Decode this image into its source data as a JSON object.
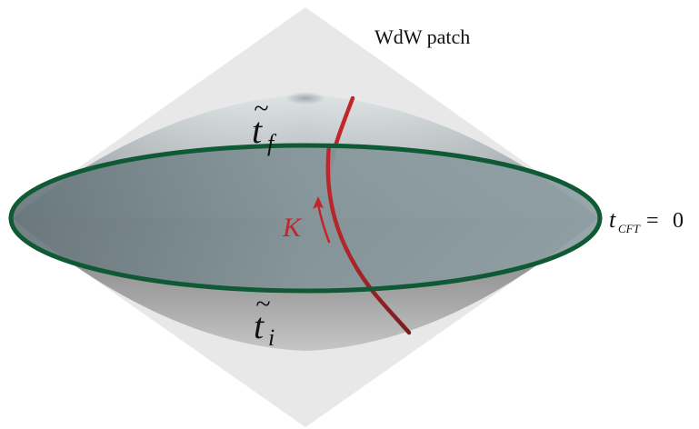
{
  "figure": {
    "patch_label": "WdW patch",
    "tilde_glyph": "~",
    "t_letter": "t",
    "final_subscript": "f",
    "initial_subscript": "i",
    "flow_label": "K",
    "cft_time": {
      "t_letter": "t",
      "subscript": "CFT",
      "equals": "=",
      "value": "0"
    }
  },
  "colors": {
    "patch_fill": "#e6e6e6",
    "surface_top": "#c4cbcd",
    "surface_bottom": "#9c9c9c",
    "disk_fill": "#7f8f93",
    "rim_green": "#0f5a35",
    "curve_red": "#c2262b"
  }
}
